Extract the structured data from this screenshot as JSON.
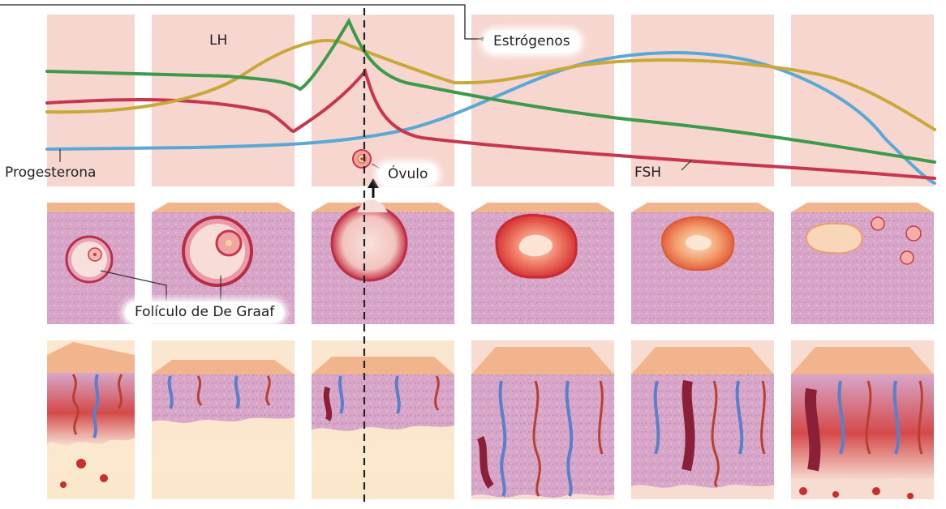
{
  "labels": {
    "lh": "LH",
    "estrogenos": "Estrógenos",
    "progesterona": "Progesterona",
    "ovulo": "Óvulo",
    "fsh": "FSH",
    "foliculo": "Folículo de De Graaf"
  },
  "colors": {
    "lh": "#3c9a4a",
    "estrogenos": "#c9a83a",
    "progesterona": "#5aa8d6",
    "fsh": "#c8364e",
    "panel_pink": "#f8d6d0",
    "tissue": "#d8a3c8",
    "cap": "#f2b48c",
    "vein": "#5b7fc8",
    "artery": "#b8402e"
  }
}
